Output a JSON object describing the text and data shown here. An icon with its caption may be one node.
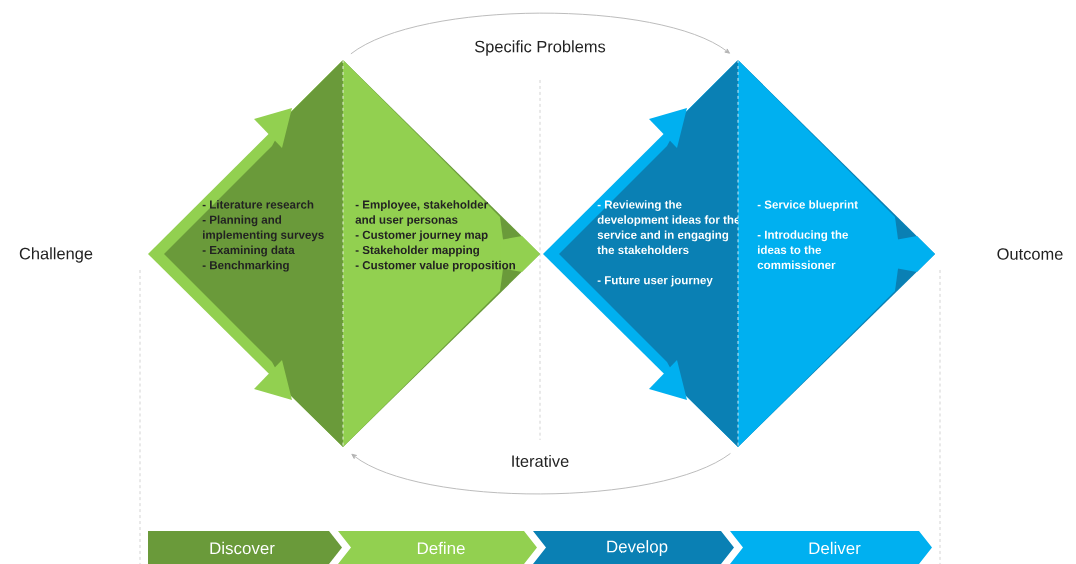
{
  "diagram": {
    "nodes": [
      {
        "text": [
          "Challenge"
        ]
      },
      {
        "text": [
          "- Literature research",
          "- Planning and implementing surveys",
          "- Examining data",
          "- Benchmarking"
        ]
      },
      {
        "text": [
          "- Employee, stakeholder and user personas",
          "- Customer journey map",
          "- Stakeholder mapping",
          "- Customer value proposition"
        ]
      },
      {
        "text": [
          "- Reviewing the development ideas for the service and in engaging the stakeholders",
          "- Future user journey"
        ]
      },
      {
        "text": [
          "- Service blueprint",
          "- Introducing the ideas to the commissioner"
        ]
      },
      {
        "text": [
          "Outcome"
        ]
      },
      {
        "text": [
          "Discover"
        ]
      },
      {
        "text": [
          "Define"
        ]
      },
      {
        "text": [
          "Develop"
        ]
      },
      {
        "text": [
          "Deliver"
        ]
      }
    ],
    "edges": [
      {
        "from": 2,
        "to": 3,
        "arrow": "to",
        "label": "Specific Problems"
      },
      {
        "from": 3,
        "to": 2,
        "arrow": "to",
        "label": "Iterative"
      }
    ]
  }
}
